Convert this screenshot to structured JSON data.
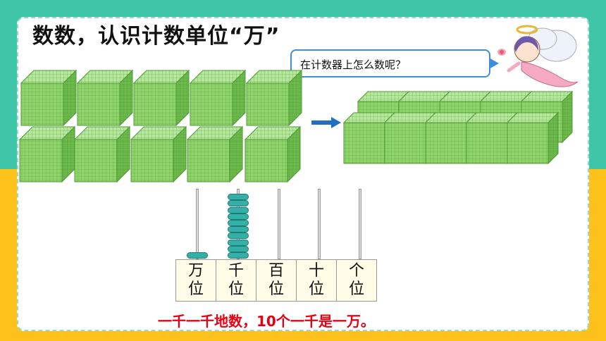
{
  "title": "数数，认识计数单位“万”",
  "bubble": {
    "text": "在计数器上怎么数呢？"
  },
  "abacus": {
    "places": [
      {
        "line1": "万",
        "line2": "位",
        "beads": 1
      },
      {
        "line1": "千",
        "line2": "位",
        "beads": 10
      },
      {
        "line1": "百",
        "line2": "位",
        "beads": 0
      },
      {
        "line1": "十",
        "line2": "位",
        "beads": 0
      },
      {
        "line1": "个",
        "line2": "位",
        "beads": 0
      }
    ]
  },
  "caption": "一千一千地数，10个一千是一万。",
  "colors": {
    "cube_face": "#8fd46a",
    "cube_side": "#6cb84a",
    "cube_top": "#b5e79c",
    "grid": "#4f9a34",
    "arrow": "#1f6fc4",
    "caption": "#e60012"
  },
  "icons": [
    "angel-character-icon",
    "right-arrow-icon"
  ]
}
